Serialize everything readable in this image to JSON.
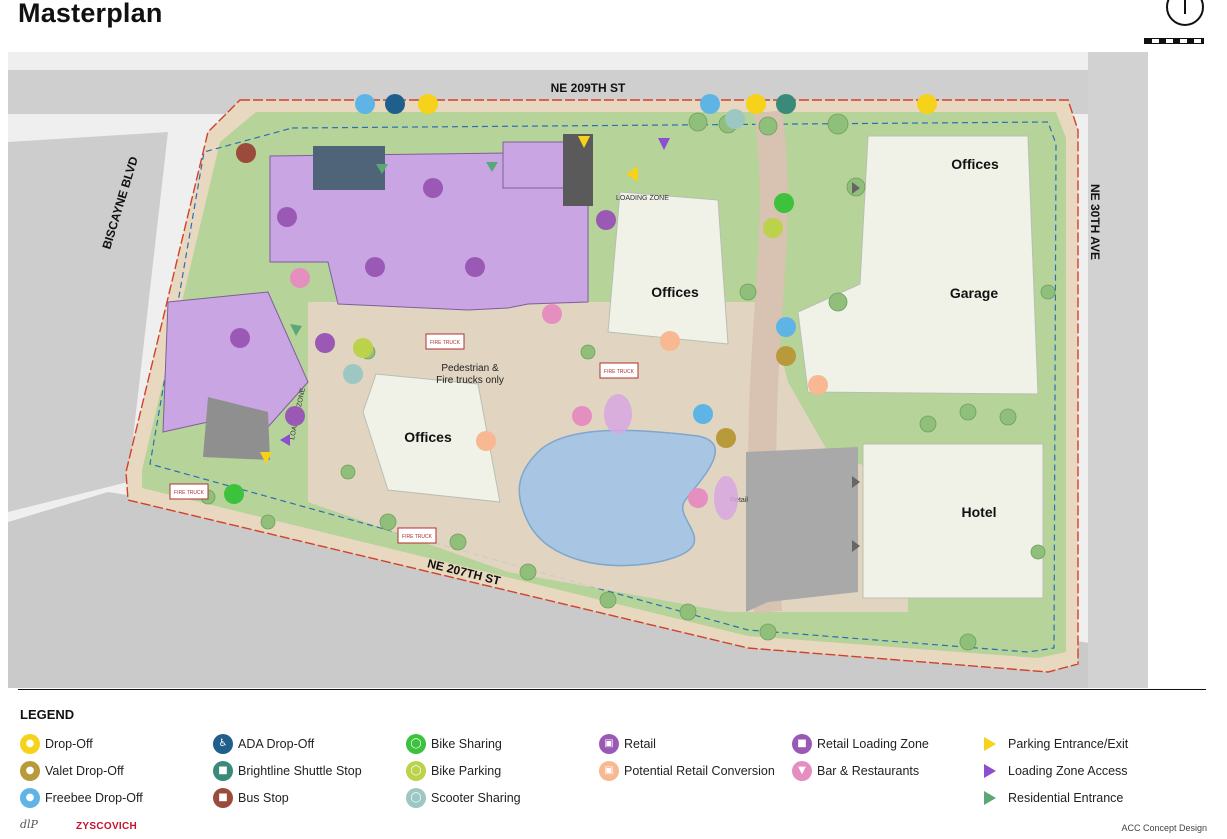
{
  "title": "Masterplan",
  "streets": {
    "north": "NE 209TH ST",
    "south": "NE 207TH ST",
    "west": "BISCAYNE BLVD",
    "east": "NE 30TH AVE"
  },
  "buildings": {
    "offices_west": "Offices",
    "offices_center": "Offices",
    "offices_east": "Offices",
    "garage": "Garage",
    "hotel": "Hotel"
  },
  "annotations": {
    "pedestrian_line1": "Pedestrian &",
    "pedestrian_line2": "Fire trucks only",
    "loading_zone_north": "LOADING ZONE",
    "loading_zone_west": "LOADING ZONE",
    "fire_truck": "FIRE TRUCK",
    "retail_label": "Retail"
  },
  "legend": {
    "title": "LEGEND",
    "items": [
      {
        "label": "Drop-Off",
        "color": "#f6d21b",
        "icon": "car-icon"
      },
      {
        "label": "Valet Drop-Off",
        "color": "#b89a3a",
        "icon": "car-icon"
      },
      {
        "label": "Freebee Drop-Off",
        "color": "#5fb4e6",
        "icon": "car-icon"
      },
      {
        "label": "ADA Drop-Off",
        "color": "#1e5f8c",
        "icon": "wheelchair-icon"
      },
      {
        "label": "Brightline Shuttle Stop",
        "color": "#3a8a7a",
        "icon": "bus-icon"
      },
      {
        "label": "Bus Stop",
        "color": "#9a4b3c",
        "icon": "bus-icon"
      },
      {
        "label": "Bike Sharing",
        "color": "#3cc23c",
        "icon": "bike-icon"
      },
      {
        "label": "Bike Parking",
        "color": "#bcd24a",
        "icon": "bike-icon"
      },
      {
        "label": "Scooter Sharing",
        "color": "#9cc7c2",
        "icon": "scooter-icon"
      },
      {
        "label": "Retail",
        "color": "#9b59b6",
        "icon": "shopping-bag-icon"
      },
      {
        "label": "Potential Retail Conversion",
        "color": "#f7b892",
        "icon": "shopping-bag-icon"
      },
      {
        "label": "Retail Loading Zone",
        "color": "#9b59b6",
        "icon": "truck-icon"
      },
      {
        "label": "Bar & Restaurants",
        "color": "#e58fc0",
        "icon": "cocktail-icon"
      },
      {
        "label": "Parking Entrance/Exit",
        "color": "#f6d21b",
        "icon": "triangle-icon"
      },
      {
        "label": "Loading Zone Access",
        "color": "#8b4fd0",
        "icon": "triangle-icon"
      },
      {
        "label": "Residential Entrance",
        "color": "#5aa875",
        "icon": "triangle-icon"
      }
    ]
  },
  "footer": {
    "signature": "dlP",
    "brand": "ZYSCOVICH",
    "right_text": "ACC Concept Design"
  }
}
